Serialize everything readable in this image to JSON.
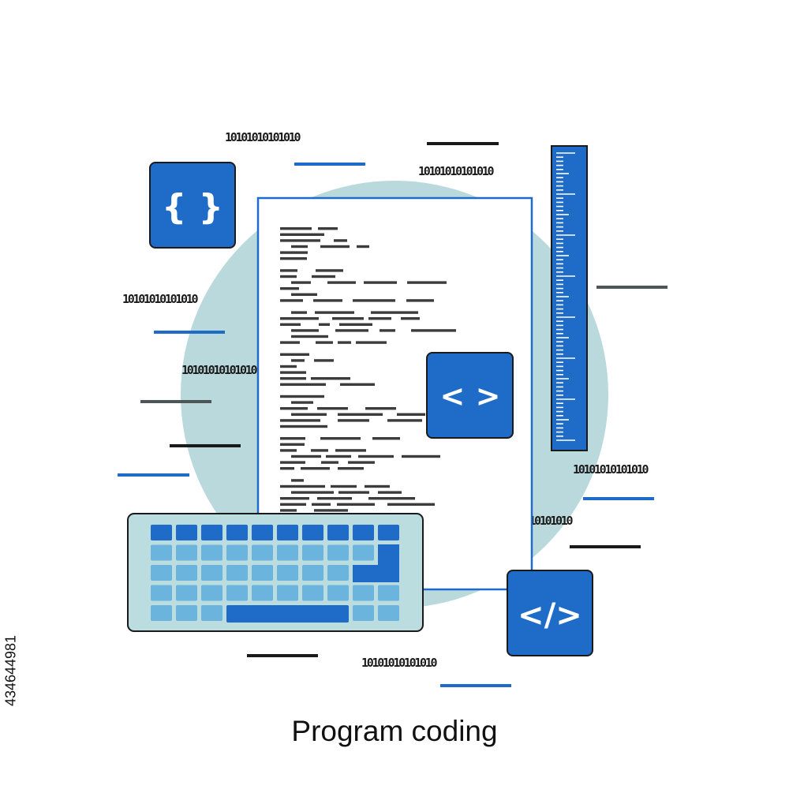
{
  "caption": "Program coding",
  "stock_id": "434644981",
  "binary_strings": [
    "10101010101010",
    "10101010101010",
    "10101010101010",
    "10101010101010",
    "10101010101010",
    "10101010101010",
    "10101010101010"
  ],
  "icons": {
    "braces": "{ }",
    "angle_brackets": "< >",
    "closing_tag": "</>"
  },
  "colors": {
    "primary_blue": "#1e6cc8",
    "light_blue": "#6ab4dd",
    "background_circle": "#b9d9dd",
    "keyboard_body": "#bcdde0",
    "dark_line": "#1a1a1a",
    "gray_line": "#4d5656",
    "code_text": "#3c3c3c"
  }
}
